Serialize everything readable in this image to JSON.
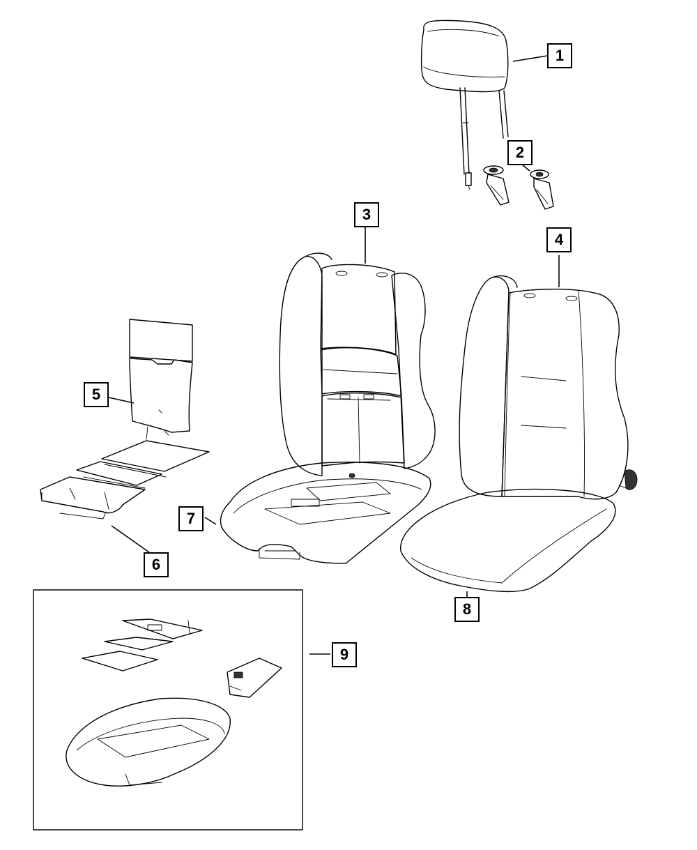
{
  "diagram": {
    "callouts": [
      {
        "id": "c1",
        "label": "1"
      },
      {
        "id": "c2",
        "label": "2"
      },
      {
        "id": "c3",
        "label": "3"
      },
      {
        "id": "c4",
        "label": "4"
      },
      {
        "id": "c5",
        "label": "5"
      },
      {
        "id": "c6",
        "label": "6"
      },
      {
        "id": "c7",
        "label": "7"
      },
      {
        "id": "c8",
        "label": "8"
      },
      {
        "id": "c9",
        "label": "9"
      }
    ],
    "parts": [
      {
        "id": "headrest",
        "icon": "headrest-icon"
      },
      {
        "id": "headrest-guides",
        "icon": "headrest-guide-icon"
      },
      {
        "id": "seat-back-frame",
        "icon": "seat-back-frame-icon"
      },
      {
        "id": "seat-back-assembly",
        "icon": "seat-back-icon"
      },
      {
        "id": "back-heater-mat",
        "icon": "heater-mat-icon"
      },
      {
        "id": "cushion-heater-mat",
        "icon": "heater-mat-icon"
      },
      {
        "id": "cushion-frame",
        "icon": "cushion-frame-icon"
      },
      {
        "id": "cushion-assembly",
        "icon": "seat-cushion-icon"
      },
      {
        "id": "heater-kit",
        "icon": "heater-kit-icon"
      }
    ]
  }
}
